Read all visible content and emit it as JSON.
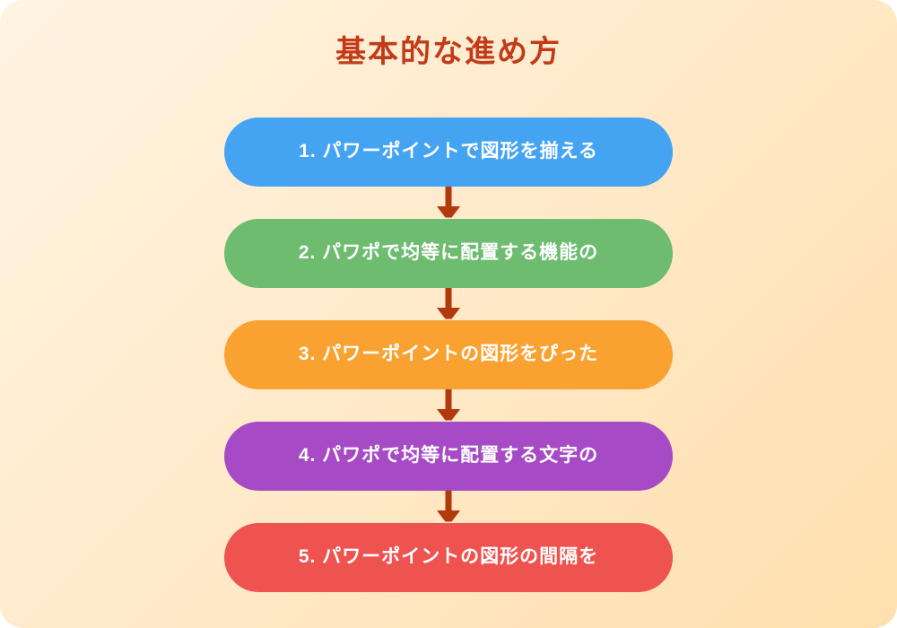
{
  "title": {
    "text": "基本的な進め方",
    "color": "#C23A18"
  },
  "background": {
    "gradient_start": "#FFF4E3",
    "gradient_end": "#FFDFAE"
  },
  "arrow_color": "#B2380E",
  "steps": [
    {
      "label": "1. パワーポイントで図形を揃える",
      "color": "#45A4F2"
    },
    {
      "label": "2. パワポで均等に配置する機能の",
      "color": "#6DBC70"
    },
    {
      "label": "3. パワーポイントの図形をぴった",
      "color": "#F9A231"
    },
    {
      "label": "4. パワポで均等に配置する文字の",
      "color": "#A64AC5"
    },
    {
      "label": "5. パワーポイントの図形の間隔を",
      "color": "#EE5350"
    }
  ]
}
